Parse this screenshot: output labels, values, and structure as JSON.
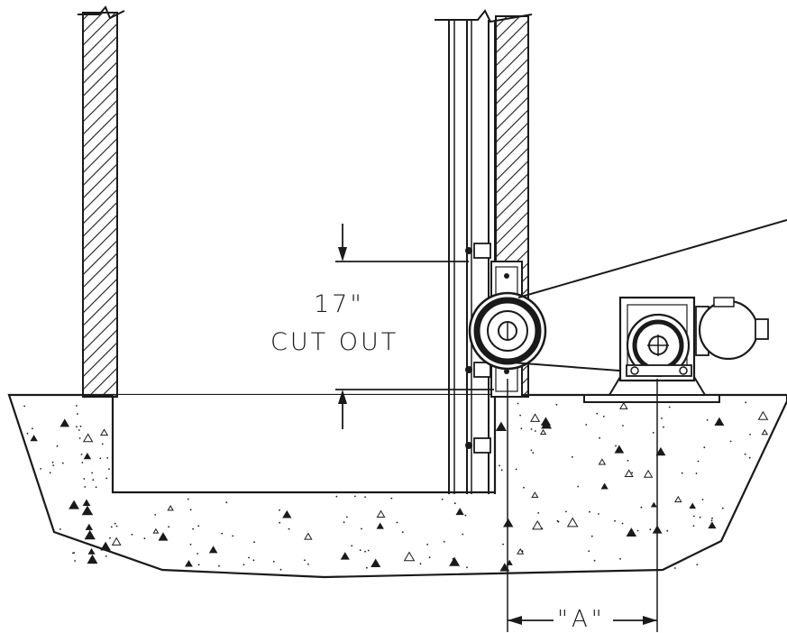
{
  "labels": {
    "height_dimension": "17\"",
    "cutout_label": "CUT OUT",
    "offset_dimension": "\"A\""
  },
  "colors": {
    "ink": "#1a1a1a",
    "background": "#ffffff"
  }
}
